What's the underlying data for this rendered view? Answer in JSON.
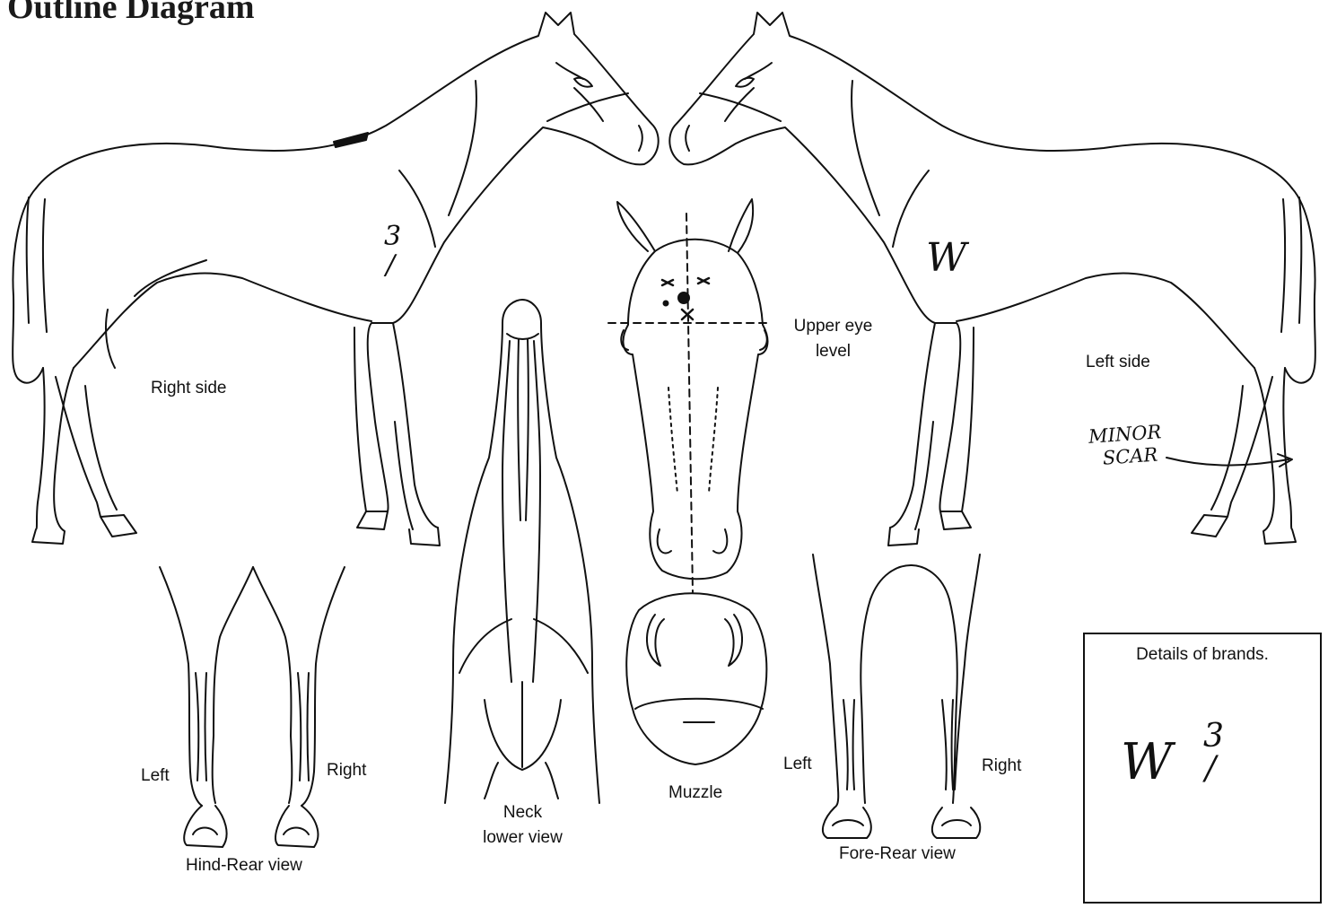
{
  "title": "Outline Diagram",
  "labels": {
    "right_side": "Right side",
    "left_side": "Left side",
    "upper_eye_level": [
      "Upper eye",
      "level"
    ],
    "neck_lower_view": [
      "Neck",
      "lower view"
    ],
    "muzzle": "Muzzle",
    "hind_left": "Left",
    "hind_right": "Right",
    "hind_rear_view": "Hind-Rear view",
    "fore_left": "Left",
    "fore_right": "Right",
    "fore_rear_view": "Fore-Rear view"
  },
  "annotations": {
    "minor_scar": [
      "MINOR",
      "SCAR"
    ],
    "brand_on_right_side": [
      "3",
      "/"
    ],
    "brand_on_left_side": "W"
  },
  "brands_box": {
    "title": "Details of brands.",
    "brand_letter": "W",
    "brand_mark": [
      "3",
      "/"
    ]
  },
  "colors": {
    "line": "#111111",
    "paper": "#ffffff"
  }
}
